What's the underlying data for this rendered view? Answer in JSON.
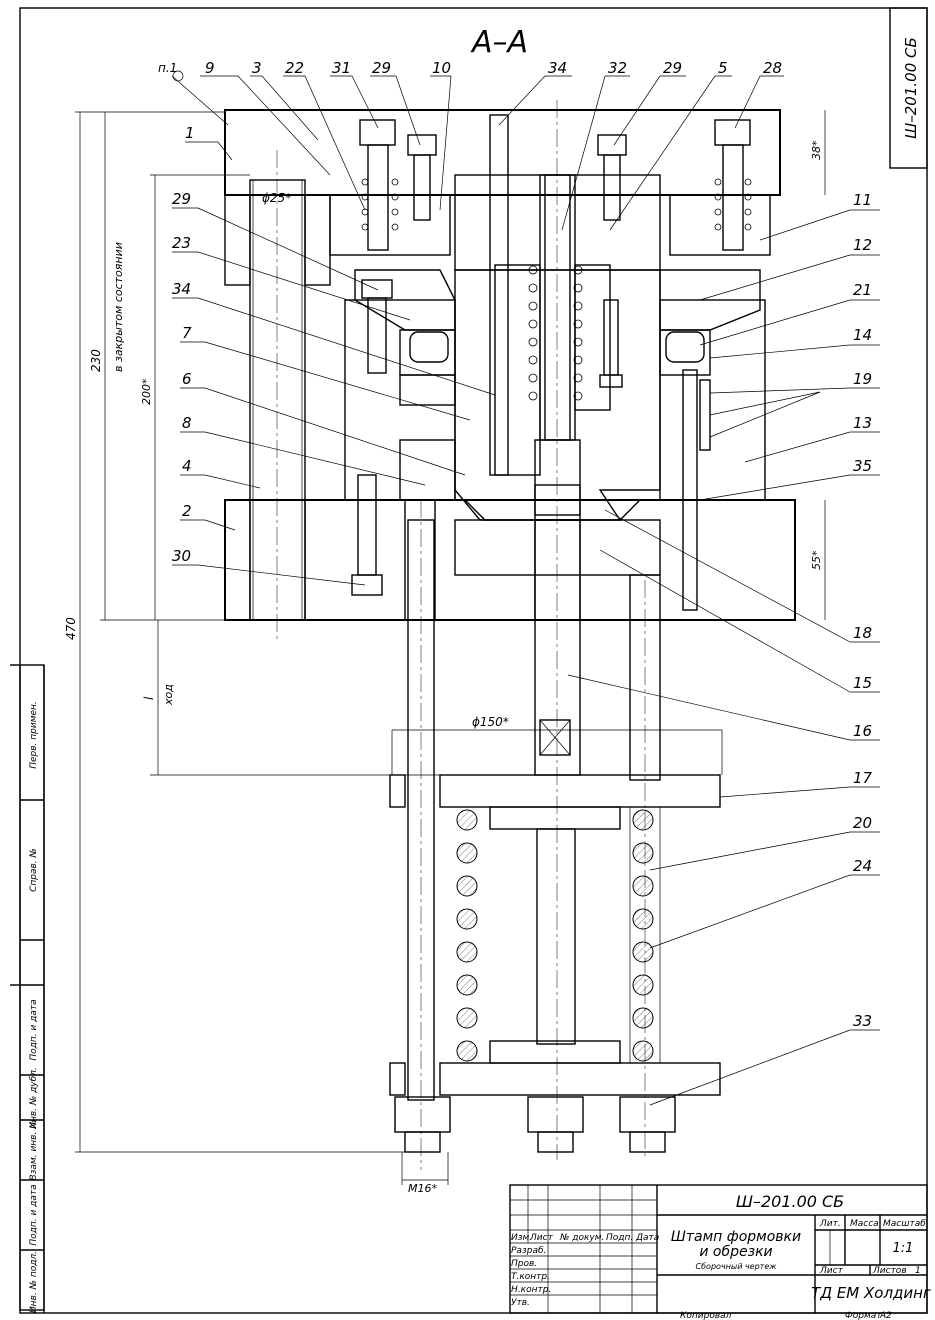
{
  "section_title": "А–А",
  "note_ref": "п.1",
  "doc_code_vertical": "Ш–201.00 СБ",
  "part_labels": [
    {
      "id": "9",
      "t": "9"
    },
    {
      "id": "3",
      "t": "3"
    },
    {
      "id": "22",
      "t": "22"
    },
    {
      "id": "31",
      "t": "31"
    },
    {
      "id": "29a",
      "t": "29"
    },
    {
      "id": "10",
      "t": "10"
    },
    {
      "id": "34a",
      "t": "34"
    },
    {
      "id": "32",
      "t": "32"
    },
    {
      "id": "29b",
      "t": "29"
    },
    {
      "id": "5",
      "t": "5"
    },
    {
      "id": "28",
      "t": "28"
    },
    {
      "id": "1",
      "t": "1"
    },
    {
      "id": "29c",
      "t": "29"
    },
    {
      "id": "23",
      "t": "23"
    },
    {
      "id": "34b",
      "t": "34"
    },
    {
      "id": "7",
      "t": "7"
    },
    {
      "id": "6",
      "t": "6"
    },
    {
      "id": "8",
      "t": "8"
    },
    {
      "id": "4",
      "t": "4"
    },
    {
      "id": "2",
      "t": "2"
    },
    {
      "id": "30",
      "t": "30"
    },
    {
      "id": "11",
      "t": "11"
    },
    {
      "id": "12",
      "t": "12"
    },
    {
      "id": "21",
      "t": "21"
    },
    {
      "id": "14",
      "t": "14"
    },
    {
      "id": "19",
      "t": "19"
    },
    {
      "id": "13",
      "t": "13"
    },
    {
      "id": "35",
      "t": "35"
    },
    {
      "id": "18",
      "t": "18"
    },
    {
      "id": "15",
      "t": "15"
    },
    {
      "id": "16",
      "t": "16"
    },
    {
      "id": "17",
      "t": "17"
    },
    {
      "id": "20",
      "t": "20"
    },
    {
      "id": "24",
      "t": "24"
    },
    {
      "id": "33",
      "t": "33"
    }
  ],
  "dimensions": {
    "d25": "ϕ25*",
    "d38": "38*",
    "d230": "230",
    "closed_state": "в закрытом состоянии",
    "d200": "200*",
    "d470": "470",
    "l": "l",
    "stroke": "ход",
    "d55": "55*",
    "d150": "ϕ150*",
    "m16": "M16*"
  },
  "side_strip": [
    "Перв. примен.",
    "Справ. №",
    "Подп. и дата",
    "Инв. № дубл.",
    "Взам. инв. №",
    "Подп. и дата",
    "Инв. № подл."
  ],
  "title_block": {
    "code": "Ш–201.00 СБ",
    "name_line1": "Штамп формовки",
    "name_line2": "и обрезки",
    "doc_type": "Сборочный чертеж",
    "col_izm": "Изм.",
    "col_list": "Лист",
    "col_ndoc": "№ докум.",
    "col_podp": "Подп.",
    "col_data": "Дата",
    "razrab": "Разраб.",
    "prov": "Пров.",
    "tkontr": "Т.контр.",
    "nkontr": "Н.контр.",
    "utv": "Утв.",
    "lit": "Лит.",
    "massa": "Масса",
    "masshtab": "Масштаб",
    "scale": "1:1",
    "list": "Лист",
    "listov": "Листов",
    "listov_val": "1",
    "company": "ТД ЕМ Холдинг",
    "copied": "Копировал",
    "format_lbl": "Формат",
    "format_val": "А2"
  }
}
